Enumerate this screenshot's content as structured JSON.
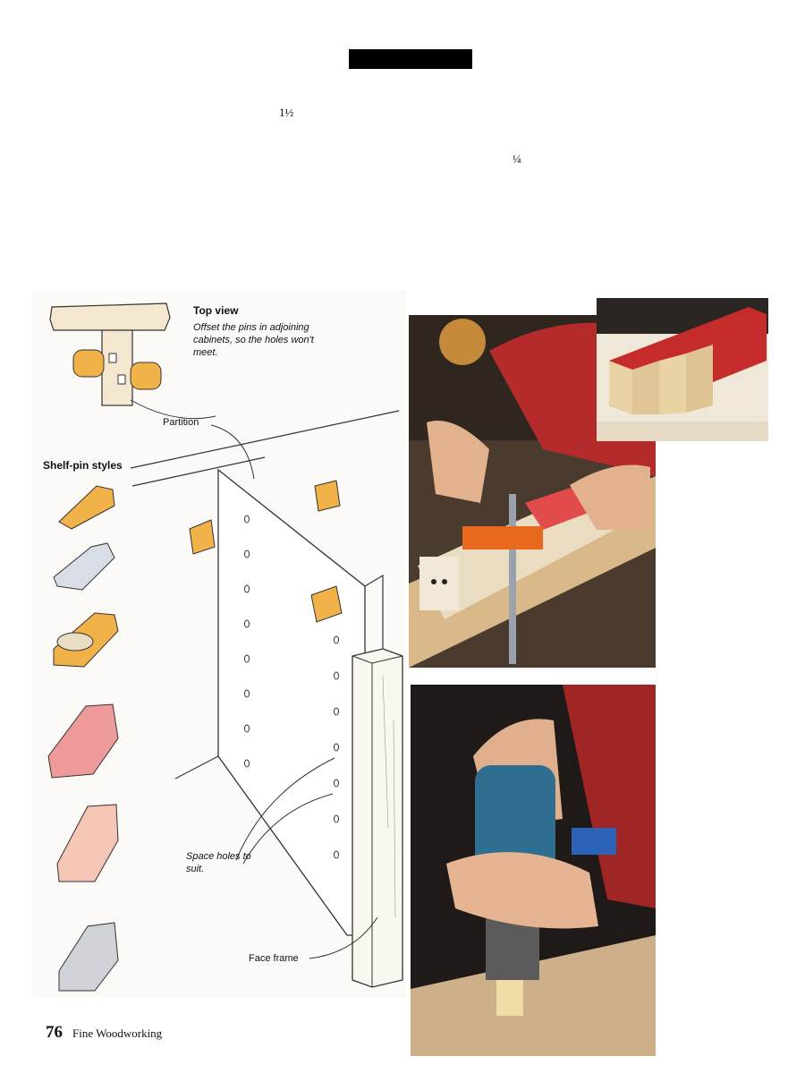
{
  "header": {
    "fraction_1": "1½",
    "fraction_2": "¼"
  },
  "illustration": {
    "top_view_title": "Top view",
    "top_view_caption": "Offset the pins in adjoining cabinets, so the holes won't meet.",
    "partition_label": "Partition",
    "shelf_pin_styles_title": "Shelf-pin styles",
    "space_holes_label": "Space holes to suit.",
    "face_frame_label": "Face frame"
  },
  "footer": {
    "page_number": "76",
    "magazine": "Fine Woodworking"
  },
  "colors": {
    "pin_gold": "#f2b24a",
    "pin_pink": "#ef9a9a",
    "drill_blue": "#2f6e8e",
    "shirt_red": "#b52a2a",
    "wood": "#d9b98a",
    "clamp_orange": "#e8681e"
  }
}
